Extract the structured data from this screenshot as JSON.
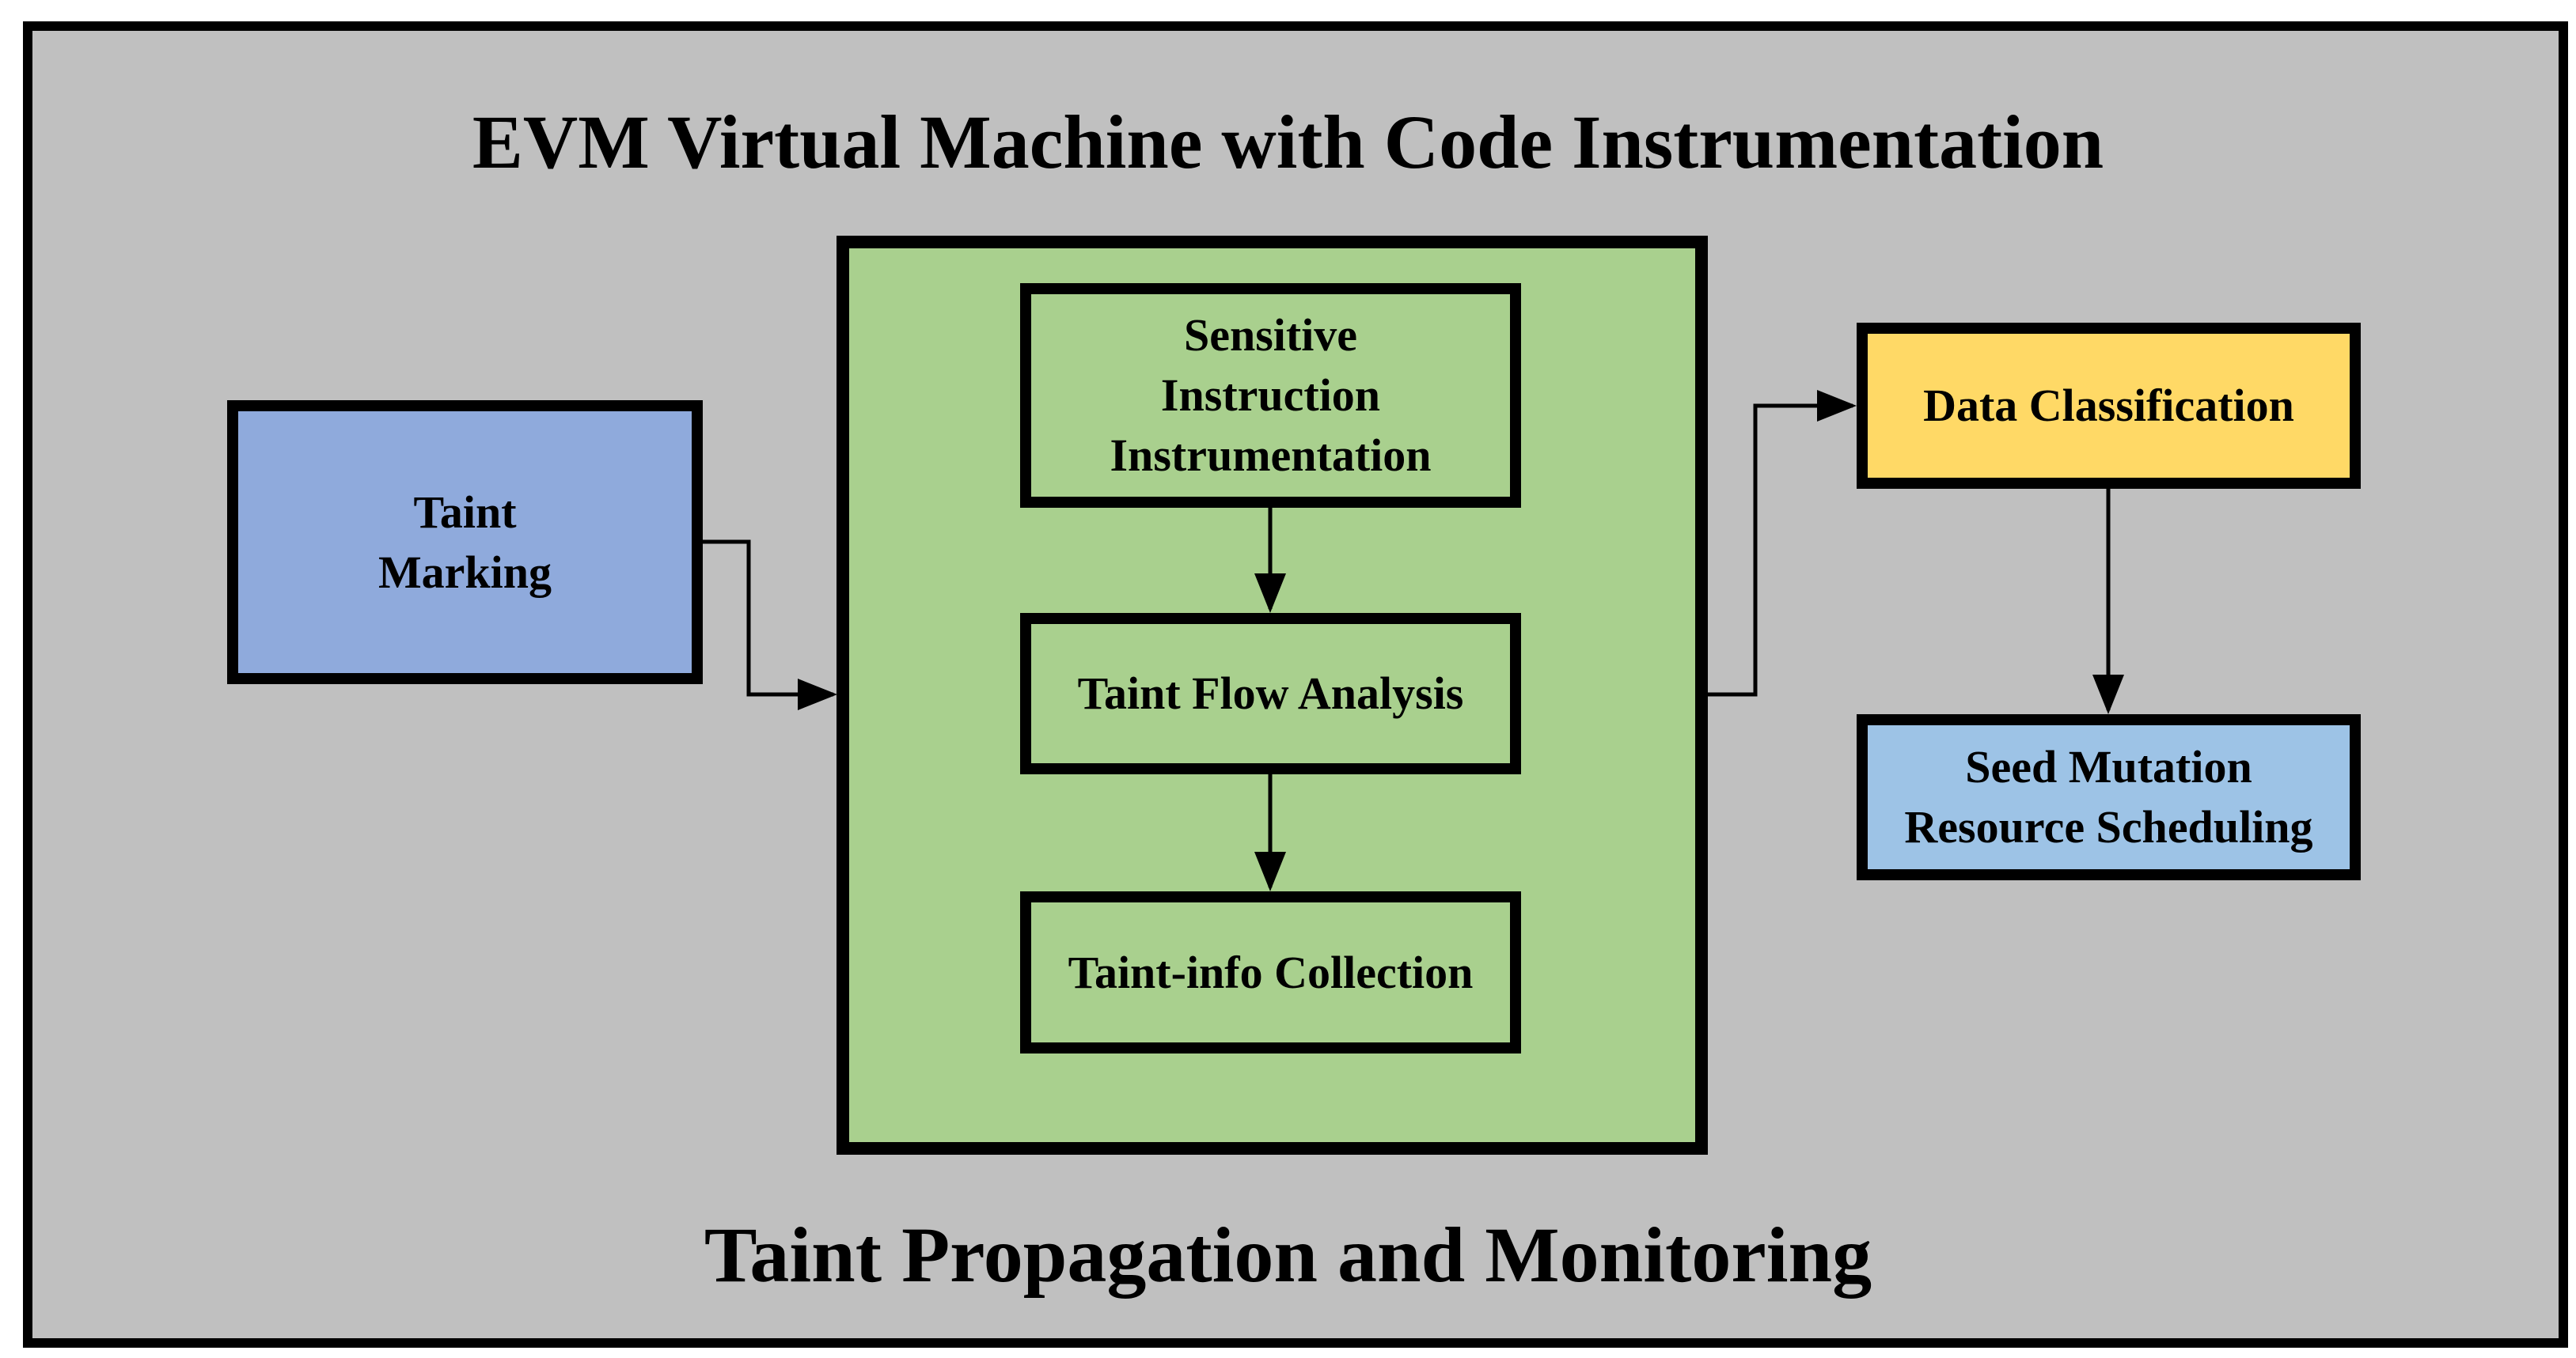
{
  "diagram": {
    "top_title": "EVM Virtual Machine with Code Instrumentation",
    "bottom_title": "Taint Propagation and Monitoring",
    "nodes": {
      "taint_marking": "Taint\nMarking",
      "sensitive_instruction": "Sensitive\nInstruction\nInstrumentation",
      "taint_flow": "Taint Flow Analysis",
      "taint_info": "Taint-info Collection",
      "data_classification": "Data Classification",
      "seed_mutation": "Seed Mutation\nResource Scheduling"
    },
    "colors": {
      "background": "#c0c0c0",
      "taint_marking": "#8faadc",
      "analysis_block": "#a9d08e",
      "data_classification": "#ffd966",
      "seed_mutation": "#9dc3e6",
      "stroke": "#000000"
    }
  }
}
